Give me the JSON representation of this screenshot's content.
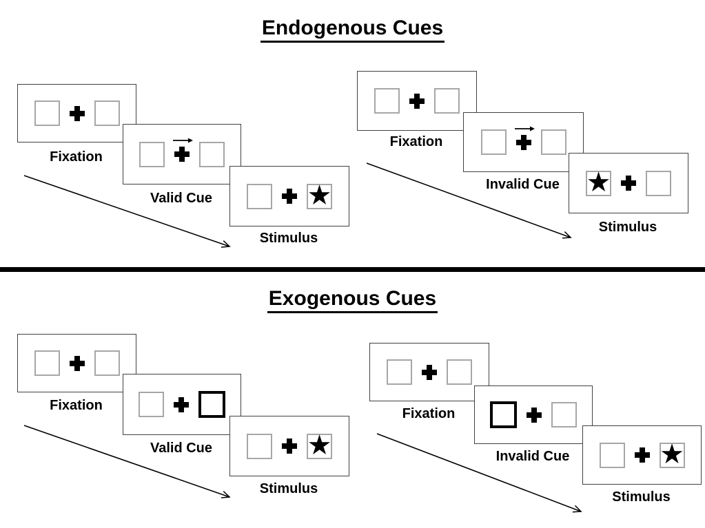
{
  "diagram": {
    "sections": [
      {
        "title": "Endogenous Cues",
        "panels": [
          {
            "name": "endogenous-valid",
            "steps": [
              {
                "label": "Fixation",
                "screen": "two empty boxes with central fixation cross"
              },
              {
                "label": "Valid Cue",
                "screen": "central arrow cue pointing right above fixation cross"
              },
              {
                "label": "Stimulus",
                "screen": "star appears in right box",
                "star_side": "right"
              }
            ]
          },
          {
            "name": "endogenous-invalid",
            "steps": [
              {
                "label": "Fixation",
                "screen": "two empty boxes with central fixation cross"
              },
              {
                "label": "Invalid Cue",
                "screen": "central arrow cue pointing right above fixation cross"
              },
              {
                "label": "Stimulus",
                "screen": "star appears in left box",
                "star_side": "left"
              }
            ]
          }
        ]
      },
      {
        "title": "Exogenous Cues",
        "panels": [
          {
            "name": "exogenous-valid",
            "steps": [
              {
                "label": "Fixation",
                "screen": "two empty boxes with central fixation cross"
              },
              {
                "label": "Valid Cue",
                "screen": "right box highlighted with thick border",
                "highlighted_box": "right"
              },
              {
                "label": "Stimulus",
                "screen": "star appears in right box",
                "star_side": "right"
              }
            ]
          },
          {
            "name": "exogenous-invalid",
            "steps": [
              {
                "label": "Fixation",
                "screen": "two empty boxes with central fixation cross"
              },
              {
                "label": "Invalid Cue",
                "screen": "left box highlighted with thick border",
                "highlighted_box": "left"
              },
              {
                "label": "Stimulus",
                "screen": "star appears in right box",
                "star_side": "right"
              }
            ]
          }
        ]
      }
    ],
    "glyphs": {
      "star": "★"
    },
    "colors": {
      "ink": "#000000",
      "card_border": "#404040",
      "box_border": "#a6a6a6",
      "background": "#ffffff"
    }
  }
}
